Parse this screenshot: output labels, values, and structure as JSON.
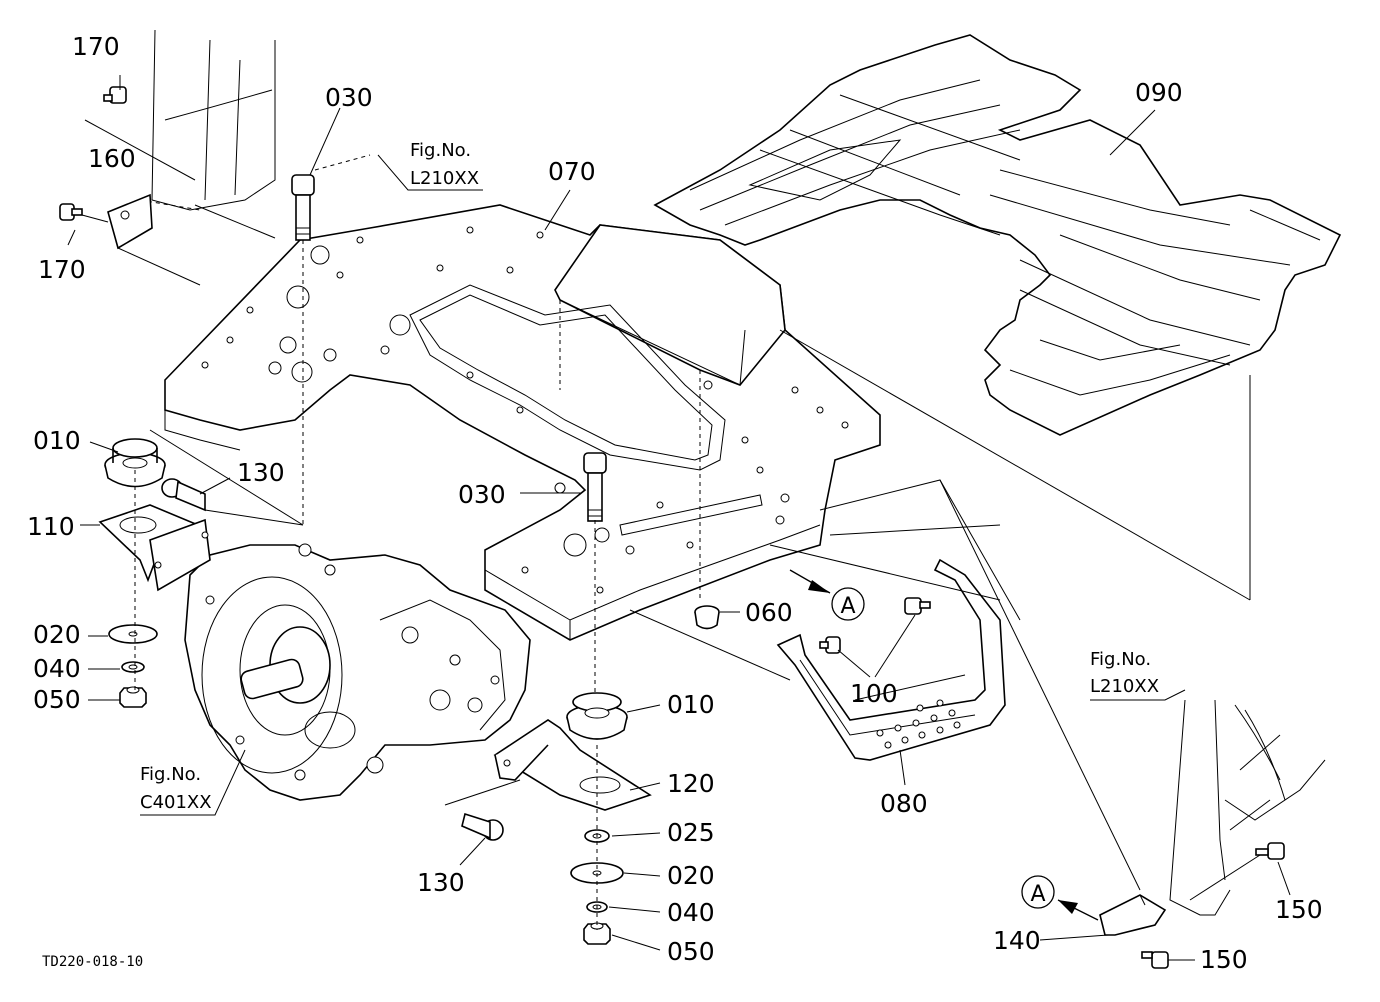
{
  "callouts": {
    "c170a": "170",
    "c170b": "170",
    "c160": "160",
    "c030a": "030",
    "c030b": "030",
    "c070": "070",
    "c090": "090",
    "c010a": "010",
    "c010b": "010",
    "c130a": "130",
    "c130b": "130",
    "c110": "110",
    "c020a": "020",
    "c020b": "020",
    "c040a": "040",
    "c040b": "040",
    "c050a": "050",
    "c050b": "050",
    "c060": "060",
    "c100": "100",
    "c080": "080",
    "c120": "120",
    "c025": "025",
    "c140": "140",
    "c150a": "150",
    "c150b": "150"
  },
  "markers": {
    "a1": "A",
    "a2": "A"
  },
  "fig_refs": {
    "r1_line1": "Fig.No.",
    "r1_line2": "L210XX",
    "r2_line1": "Fig.No.",
    "r2_line2": "L210XX",
    "r3_line1": "Fig.No.",
    "r3_line2": "C401XX"
  },
  "drawing_code": "TD220-018-10"
}
